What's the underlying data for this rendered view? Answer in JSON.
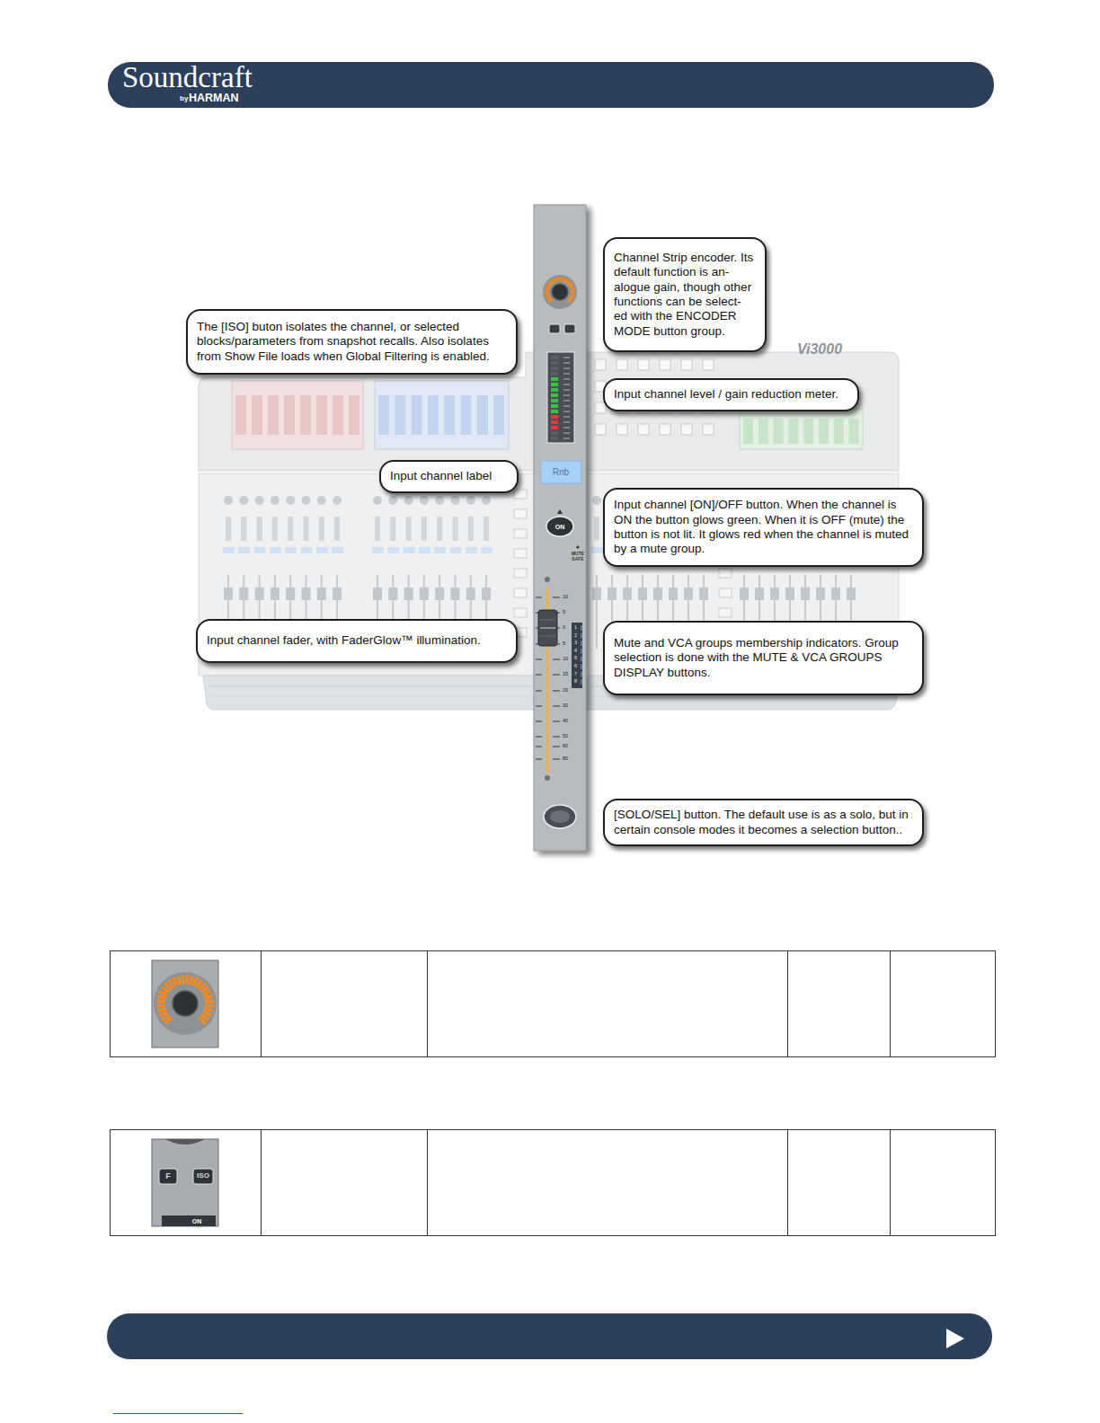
{
  "diagram": {
    "nodes": [
      {
        "text": [
          "Channel Strip encoder. Its default function is an- alogue gain, though other functions can be select- ed with the ENCODER MODE button group."
        ]
      },
      {
        "text": [
          "The [ISO] buton isolates the channel, or selected blocks/parameters from snapshot recalls. Also isolates from Show File loads when Global Filtering is enabled."
        ]
      },
      {
        "text": [
          "Input channel level / gain reduction meter."
        ]
      },
      {
        "text": [
          "Input channel label"
        ]
      },
      {
        "text": [
          "Input channel [ON]/OFF button. When the channel is ON the button glows green. When it is OFF (mute) the button is not lit. It glows red when the channel is muted by a mute group."
        ]
      },
      {
        "text": [
          "Input channel fader, with FaderGlow™ illumination."
        ]
      },
      {
        "text": [
          "Mute and VCA groups membership indicators. Group selection is done with the MUTE & VCA GROUPS DISPLAY buttons."
        ]
      },
      {
        "text": [
          "[SOLO/SEL] button. The default use is as a solo, but in certain console modes it becomes a selection button.."
        ]
      }
    ],
    "labels": [
      "Soundcraft",
      "by",
      "HARMAN",
      "Vi3000",
      "Rnb",
      "ON",
      "MUTE SAFE",
      "10",
      "5",
      "0",
      "5",
      "10",
      "15",
      "20",
      "30",
      "40",
      "50",
      "60",
      "80",
      "1",
      "2",
      "3",
      "4",
      "5",
      "6",
      "7",
      "8",
      "F",
      "ISO",
      "ON"
    ]
  }
}
